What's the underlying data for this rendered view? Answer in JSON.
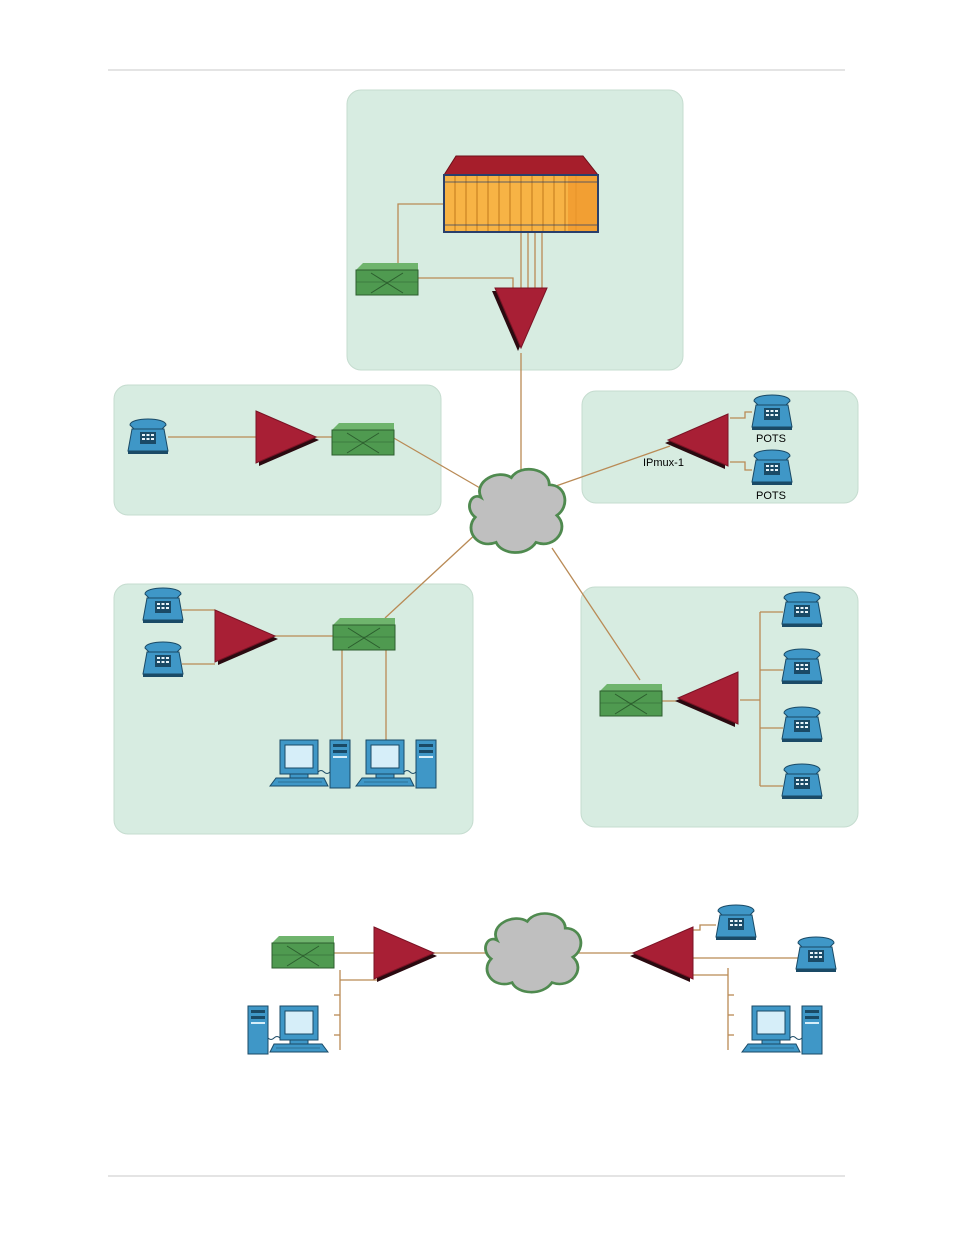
{
  "labels": {
    "pots_top": "POTS",
    "pots_bottom": "POTS",
    "ipmux": "IPmux-1"
  },
  "colors": {
    "panel_fill": "#d7ece1",
    "panel_stroke": "#c5dccf",
    "link": "#b98a55",
    "ipmux_red": "#a81f35",
    "ipmux_dark": "#2a0a10",
    "switch_green": "#4f9a50",
    "switch_dark": "#2c5e2e",
    "phone_blue": "#3f97c7",
    "phone_dark": "#1a4a66",
    "cloud_gray": "#bfbfbf",
    "cloud_edge": "#4f8a4f",
    "chassis_orange": "#f7b345",
    "chassis_roof": "#a61e2b",
    "rule": "#c8c8c8"
  },
  "icons": [
    "ipmux-icon",
    "switch-icon",
    "phone-icon",
    "workstation-icon",
    "cloud-icon",
    "chassis-icon"
  ]
}
